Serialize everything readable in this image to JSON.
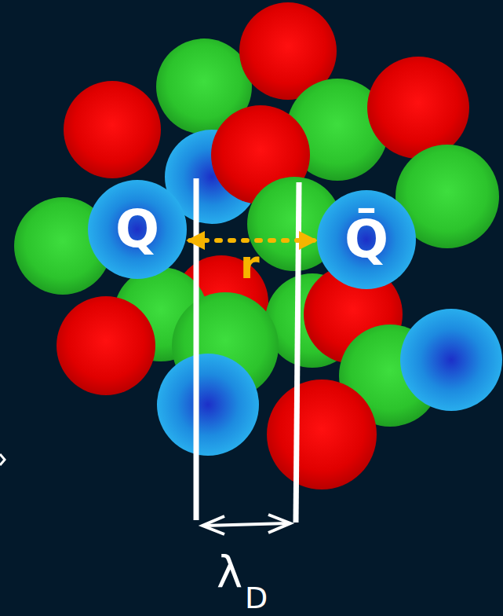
{
  "diagram": {
    "nodes": [
      {
        "text": [
          "Q"
        ]
      },
      {
        "text": [
          "Q̄"
        ]
      }
    ],
    "edges": [
      {
        "from": 0,
        "to": 1,
        "label": "r",
        "arrow": "both"
      }
    ],
    "labels": [
      "λ",
      "D"
    ]
  }
}
